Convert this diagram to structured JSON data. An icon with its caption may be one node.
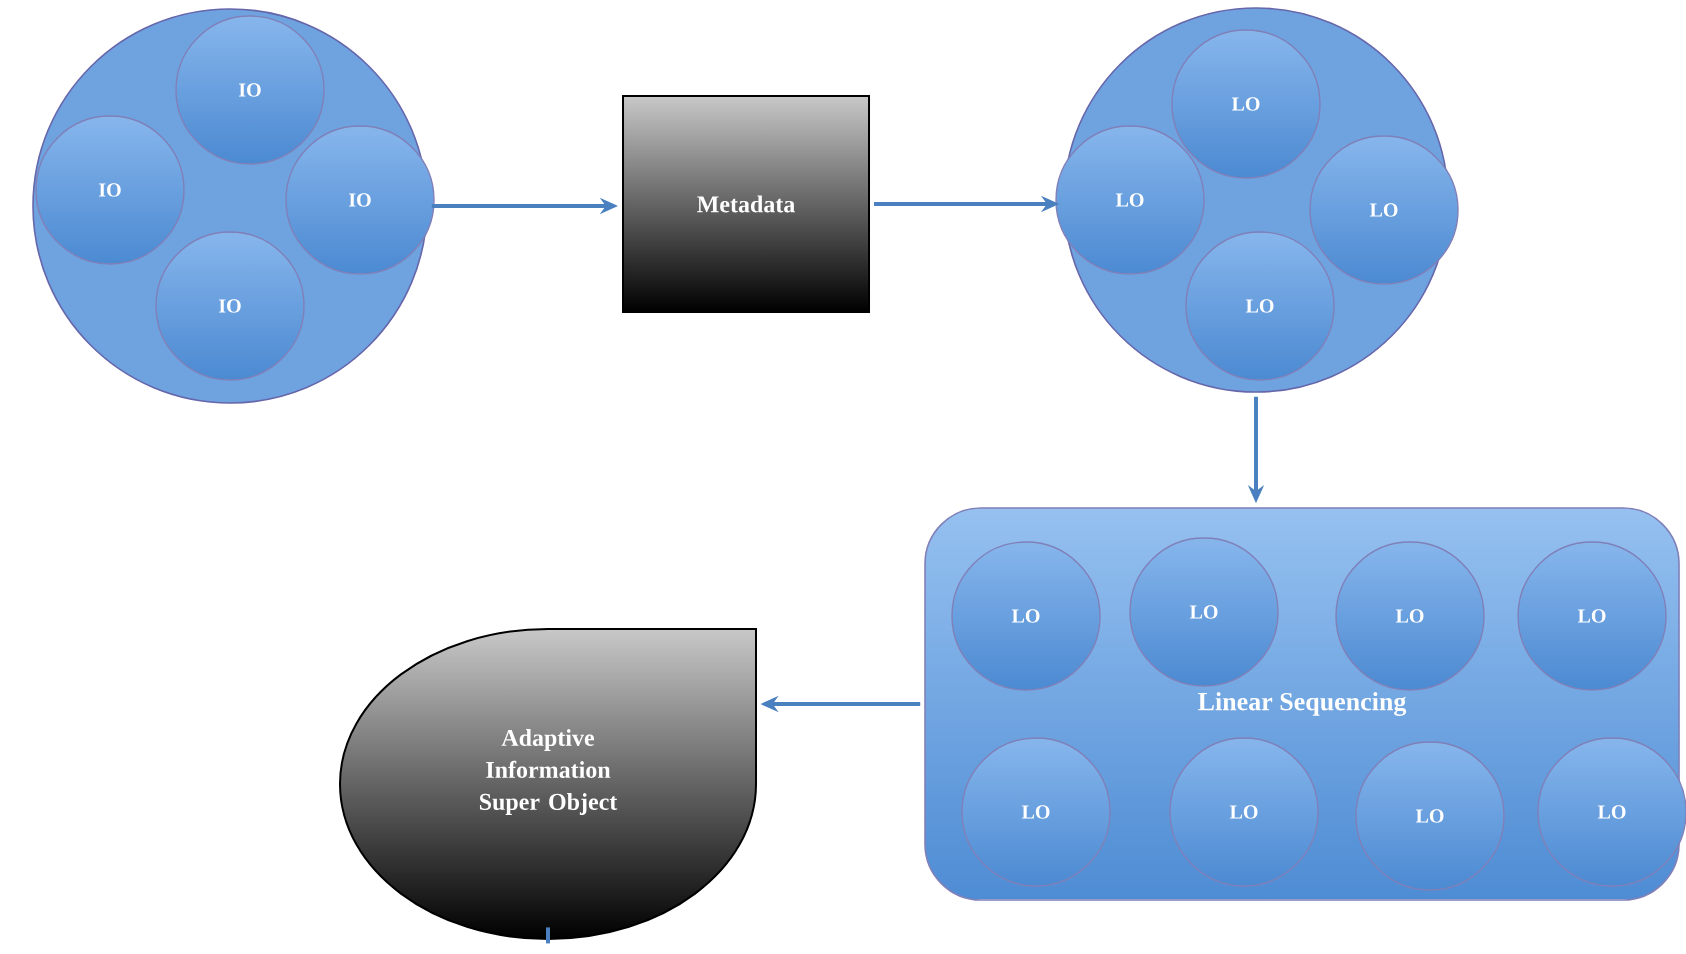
{
  "diagram": {
    "nodes": [
      {
        "text": [],
        "shape": "circle"
      },
      {
        "text": [
          "IO"
        ],
        "in": 0
      },
      {
        "text": [
          "IO"
        ],
        "in": 0
      },
      {
        "text": [
          "IO"
        ],
        "in": 0
      },
      {
        "text": [
          "IO"
        ],
        "in": 0
      },
      {
        "text": [
          "Metadata"
        ]
      },
      {
        "text": [],
        "shape": "circle"
      },
      {
        "text": [
          "LO"
        ],
        "in": 6
      },
      {
        "text": [
          "LO"
        ],
        "in": 6
      },
      {
        "text": [
          "LO"
        ],
        "in": 6
      },
      {
        "text": [
          "LO"
        ],
        "in": 6
      },
      {
        "text": [
          "Linear Sequencing"
        ]
      },
      {
        "text": [
          "LO"
        ],
        "in": 11
      },
      {
        "text": [
          "LO"
        ],
        "in": 11
      },
      {
        "text": [
          "LO"
        ],
        "in": 11
      },
      {
        "text": [
          "LO"
        ],
        "in": 11
      },
      {
        "text": [
          "LO"
        ],
        "in": 11
      },
      {
        "text": [
          "LO"
        ],
        "in": 11
      },
      {
        "text": [
          "LO"
        ],
        "in": 11
      },
      {
        "text": [
          "LO"
        ],
        "in": 11
      },
      {
        "text": [
          "Adaptive Information Super Object"
        ]
      }
    ],
    "edges": [
      {
        "from": 0,
        "to": 5,
        "arrow": "to"
      },
      {
        "from": 5,
        "to": 6,
        "arrow": "to"
      },
      {
        "from": 6,
        "to": 11,
        "arrow": "to"
      },
      {
        "from": 11,
        "to": 20,
        "arrow": "to"
      },
      {
        "from": 20,
        "to": null,
        "arrow": "none"
      }
    ]
  }
}
